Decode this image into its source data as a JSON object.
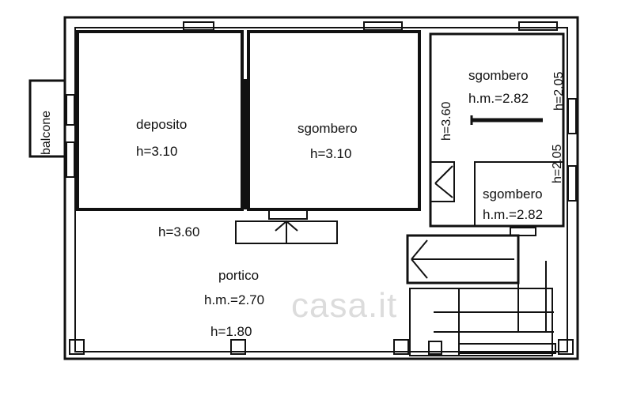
{
  "rooms": {
    "deposito": {
      "name": "deposito",
      "height": "h=3.10"
    },
    "sgombero_main": {
      "name": "sgombero",
      "height": "h=3.10"
    },
    "sgombero_top_right": {
      "name": "sgombero",
      "height": "h.m.=2.82"
    },
    "sgombero_bottom_right": {
      "name": "sgombero",
      "height": "h.m.=2.82"
    },
    "portico": {
      "name": "portico",
      "height": "h.m.=2.70",
      "low_height": "h=1.80"
    },
    "balcone": {
      "name": "balcone"
    }
  },
  "dimensions": {
    "passage_height": "h=3.60",
    "vertical_left": "h=3.60",
    "vertical_right_top": "h=2.05",
    "vertical_right_mid": "h=2.05"
  },
  "watermark": "casa.it"
}
